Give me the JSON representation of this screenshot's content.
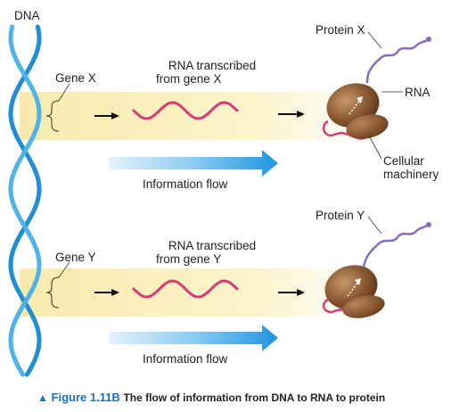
{
  "labels": {
    "dna": "DNA",
    "gene_x": "Gene X",
    "gene_y": "Gene Y",
    "rna_transcribed_x_line1": "RNA transcribed",
    "rna_transcribed_x_line2": "from gene X",
    "rna_transcribed_y_line1": "RNA transcribed",
    "rna_transcribed_y_line2": "from gene Y",
    "protein_x": "Protein X",
    "protein_y": "Protein Y",
    "rna": "RNA",
    "cellular_line1": "Cellular",
    "cellular_line2": "machinery",
    "info_flow_top": "Information flow",
    "info_flow_bottom": "Information flow"
  },
  "caption": {
    "figure_label": "Figure 1.11B",
    "text": "The flow of information from DNA to RNA to protein"
  },
  "colors": {
    "dna_strand": "#1e8fd0",
    "gene_band": "#fbf3c6",
    "rna_strand": "#d63a76",
    "ribosome": "#7a4a2a",
    "protein_chain": "#8a6ec0",
    "flow_arrow": "#2a9be0",
    "caption_accent": "#1a6fc0"
  }
}
